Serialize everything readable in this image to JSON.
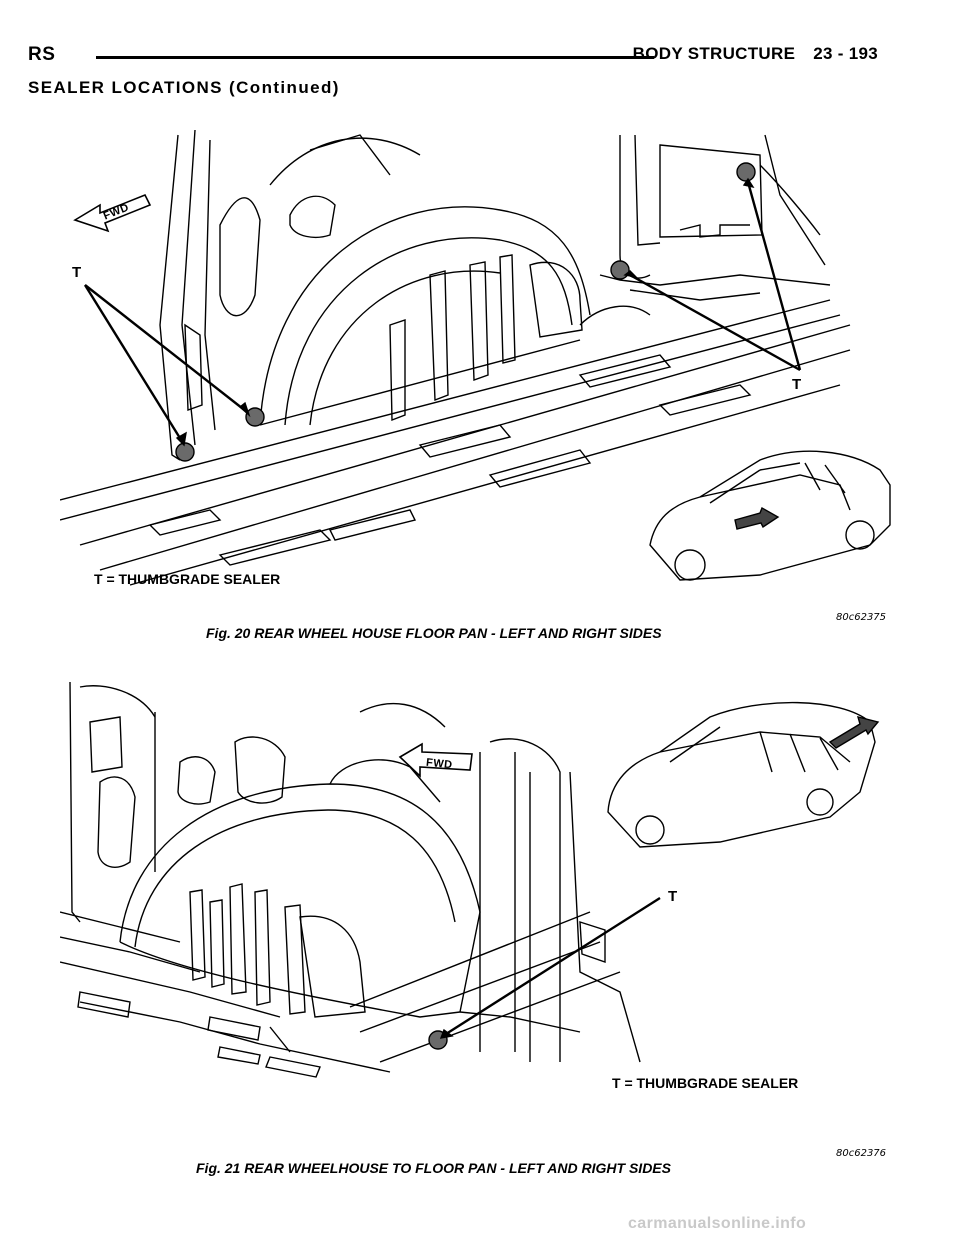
{
  "header": {
    "section_code": "RS",
    "chapter_title": "BODY STRUCTURE",
    "page_number": "23 - 193"
  },
  "section_title": "SEALER LOCATIONS (Continued)",
  "figures": [
    {
      "callout_label": "T",
      "callout_label_2": "T",
      "direction_label": "FWD",
      "legend": "T = THUMBGRADE SEALER",
      "figure_id": "80c62375",
      "caption": "Fig. 20 REAR WHEEL HOUSE FLOOR PAN - LEFT AND RIGHT SIDES"
    },
    {
      "callout_label": "T",
      "direction_label": "FWD",
      "legend": "T = THUMBGRADE SEALER",
      "figure_id": "80c62376",
      "caption": "Fig. 21 REAR WHEELHOUSE TO FLOOR PAN - LEFT AND RIGHT SIDES"
    }
  ],
  "watermark": "carmanualsonline.info"
}
